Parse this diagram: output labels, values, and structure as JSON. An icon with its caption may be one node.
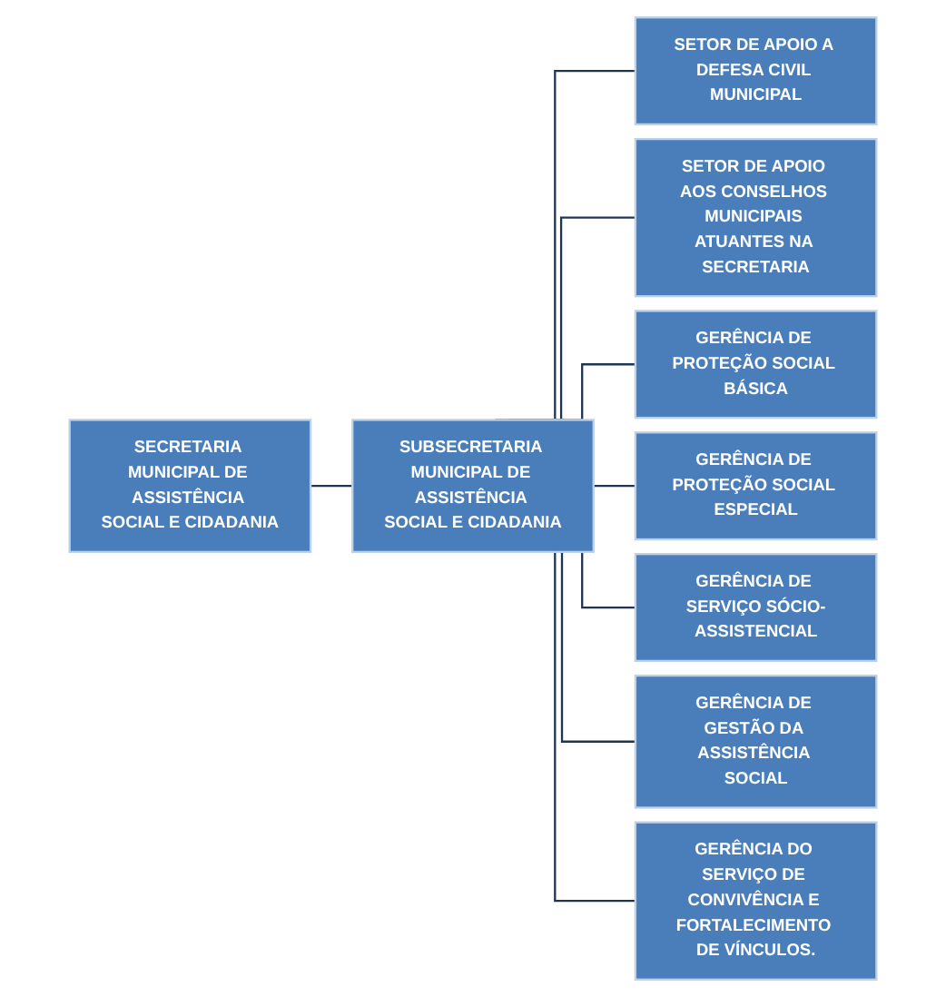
{
  "diagram": {
    "nodes": [
      {
        "text": [
          "SECRETARIA MUNICIPAL DE ASSISTÊNCIA SOCIAL E CIDADANIA"
        ]
      },
      {
        "text": [
          "SUBSECRETARIA MUNICIPAL DE ASSISTÊNCIA SOCIAL E CIDADANIA"
        ]
      },
      {
        "text": [
          "SETOR DE APOIO A DEFESA CIVIL MUNICIPAL"
        ]
      },
      {
        "text": [
          "SETOR DE APOIO AOS CONSELHOS MUNICIPAIS ATUANTES NA SECRETARIA"
        ]
      },
      {
        "text": [
          "GERÊNCIA DE PROTEÇÃO SOCIAL BÁSICA"
        ]
      },
      {
        "text": [
          "GERÊNCIA DE PROTEÇÃO SOCIAL ESPECIAL"
        ]
      },
      {
        "text": [
          "GERÊNCIA DE SERVIÇO SÓCIO-ASSISTENCIAL"
        ]
      },
      {
        "text": [
          "GERÊNCIA DE GESTÃO DA ASSISTÊNCIA SOCIAL"
        ]
      },
      {
        "text": [
          "GERÊNCIA DO SERVIÇO DE CONVIVÊNCIA E FORTALECIMENTO DE VÍNCULOS."
        ]
      }
    ],
    "edges": [
      {
        "from": 0,
        "to": 1,
        "arrow": "none"
      },
      {
        "from": 1,
        "to": 2,
        "arrow": "none"
      },
      {
        "from": 1,
        "to": 3,
        "arrow": "none"
      },
      {
        "from": 1,
        "to": 4,
        "arrow": "none"
      },
      {
        "from": 1,
        "to": 5,
        "arrow": "none"
      },
      {
        "from": 1,
        "to": 6,
        "arrow": "none"
      },
      {
        "from": 1,
        "to": 7,
        "arrow": "none"
      },
      {
        "from": 1,
        "to": 8,
        "arrow": "none"
      }
    ]
  }
}
